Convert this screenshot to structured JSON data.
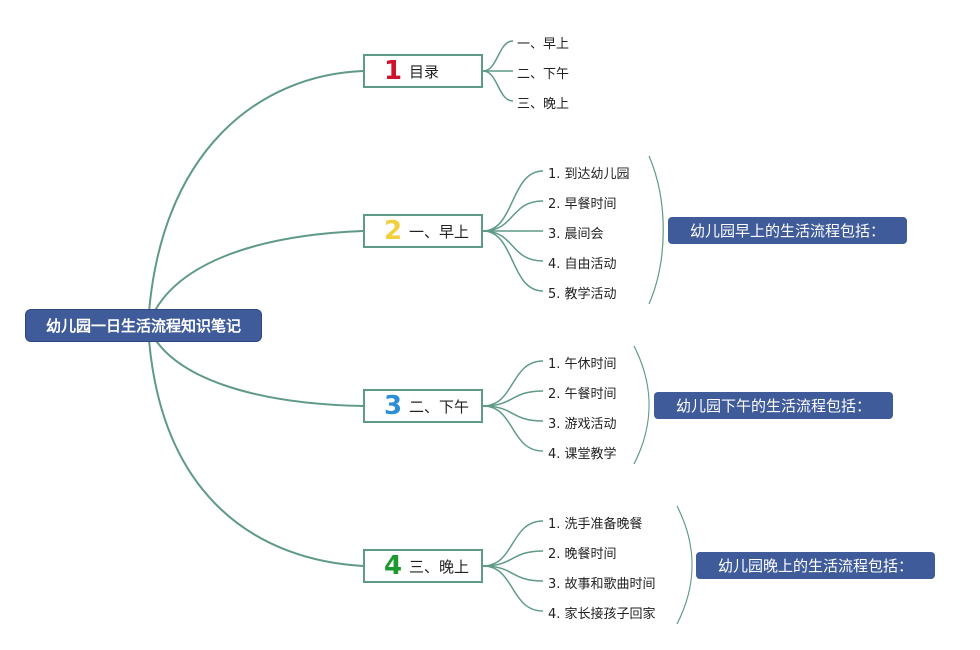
{
  "root": {
    "title": "幼儿园一日生活流程知识笔记"
  },
  "branches": [
    {
      "num": "1",
      "num_color": "#d0112b",
      "label": "目录",
      "items": [
        "一、早上",
        "二、下午",
        "三、晚上"
      ]
    },
    {
      "num": "2",
      "num_color": "#f2cf3c",
      "label": "一、早上",
      "items": [
        "1. 到达幼儿园",
        "2. 早餐时间",
        "3. 晨间会",
        "4. 自由活动",
        "5. 教学活动"
      ],
      "summary": "幼儿园早上的生活流程包括："
    },
    {
      "num": "3",
      "num_color": "#2b8fd6",
      "label": "二、下午",
      "items": [
        "1. 午休时间",
        "2. 午餐时间",
        "3. 游戏活动",
        "4. 课堂教学"
      ],
      "summary": "幼儿园下午的生活流程包括："
    },
    {
      "num": "4",
      "num_color": "#1d9a2f",
      "label": "三、晚上",
      "items": [
        "1. 洗手准备晚餐",
        "2. 晚餐时间",
        "3. 故事和歌曲时间",
        "4. 家长接孩子回家"
      ],
      "summary": "幼儿园晚上的生活流程包括："
    }
  ],
  "colors": {
    "line": "#5f9a86",
    "root_bg": "#3f5b9a",
    "summary_bg": "#3f5b9a"
  }
}
